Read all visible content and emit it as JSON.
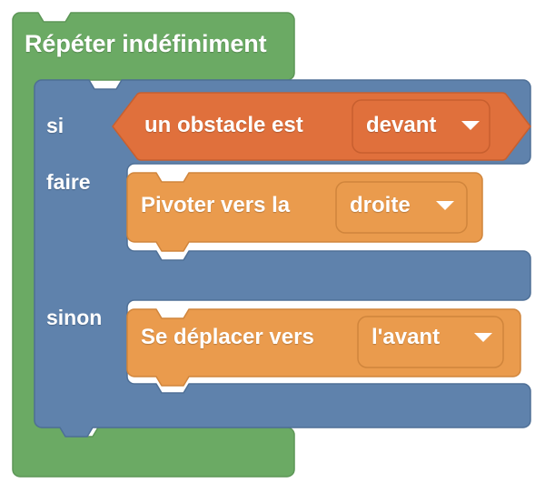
{
  "program": {
    "language": "fr",
    "palette": {
      "background": "#ffffff",
      "control_green_fill": "#6BAA64",
      "control_green_stroke": "#5C9656",
      "control_blue_fill": "#5F82AC",
      "control_blue_stroke": "#4E6F96",
      "sensing_orange_fill": "#E0703C",
      "sensing_orange_stroke": "#C75F2F",
      "motion_orange_fill": "#EA9B4D",
      "motion_orange_stroke": "#D0853C",
      "text": "#ffffff"
    },
    "blocks": [
      {
        "id": "forever",
        "type": "c-block",
        "category": "control",
        "color": "#6BAA64",
        "label": "Répéter indéfiniment"
      },
      {
        "id": "if-else",
        "type": "c-block-if-else",
        "category": "control",
        "color": "#5F82AC",
        "if_label": "si",
        "do_label": "faire",
        "else_label": "sinon",
        "condition": {
          "id": "obstacle-sensor",
          "type": "boolean-hexagon",
          "category": "sensing",
          "color": "#E0703C",
          "label": "un obstacle est",
          "dropdown": {
            "value": "devant",
            "icon": "chevron-down-icon"
          }
        },
        "do_branch": [
          {
            "id": "turn",
            "type": "stack-block",
            "category": "motion",
            "color": "#EA9B4D",
            "label": "Pivoter vers  la",
            "dropdown": {
              "value": "droite",
              "icon": "chevron-down-icon"
            }
          }
        ],
        "else_branch": [
          {
            "id": "move",
            "type": "stack-block",
            "category": "motion",
            "color": "#EA9B4D",
            "label": "Se déplacer vers",
            "dropdown": {
              "value": "l'avant",
              "icon": "chevron-down-icon"
            }
          }
        ]
      }
    ]
  }
}
